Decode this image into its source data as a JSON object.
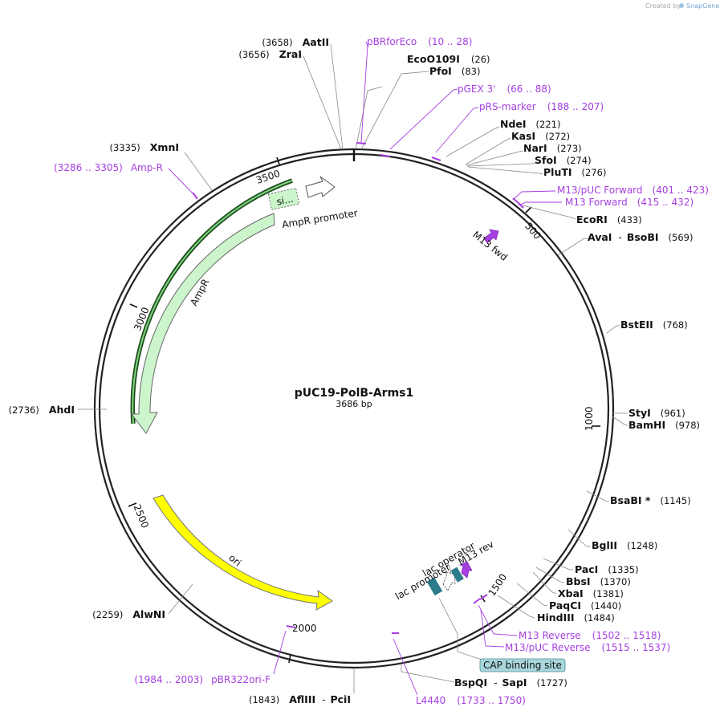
{
  "credit": {
    "prefix": "Created by",
    "brand": "SnapGene"
  },
  "plasmid": {
    "name": "pUC19-PolB-Arms1",
    "size_label": "3686 bp"
  },
  "ticks": [
    "500",
    "1000",
    "1500",
    "2000",
    "2500",
    "3000",
    "3500"
  ],
  "sites_right": [
    {
      "name": "EcoO109I",
      "pos": "(26)"
    },
    {
      "name": "PfoI",
      "pos": "(83)"
    },
    {
      "name": "NdeI",
      "pos": "(221)"
    },
    {
      "name": "KasI",
      "pos": "(272)"
    },
    {
      "name": "NarI",
      "pos": "(273)"
    },
    {
      "name": "SfoI",
      "pos": "(274)"
    },
    {
      "name": "PluTI",
      "pos": "(276)"
    },
    {
      "name": "EcoRI",
      "pos": "(433)"
    },
    {
      "name": "AvaI",
      "name2": "BsoBI",
      "pos": "(569)"
    },
    {
      "name": "BstEII",
      "pos": "(768)"
    },
    {
      "name": "StyI",
      "pos": "(961)"
    },
    {
      "name": "BamHI",
      "pos": "(978)"
    },
    {
      "name": "BsaBI *",
      "pos": "(1145)"
    },
    {
      "name": "BglII",
      "pos": "(1248)"
    },
    {
      "name": "PacI",
      "pos": "(1335)"
    },
    {
      "name": "BbsI",
      "pos": "(1370)"
    },
    {
      "name": "XbaI",
      "pos": "(1381)"
    },
    {
      "name": "PaqCI",
      "pos": "(1440)"
    },
    {
      "name": "HindIII",
      "pos": "(1484)"
    },
    {
      "name": "BspQI",
      "name2": "SapI",
      "pos": "(1727)"
    }
  ],
  "sites_left": [
    {
      "name": "AatII",
      "pos": "(3658)"
    },
    {
      "name": "ZraI",
      "pos": "(3656)"
    },
    {
      "name": "XmnI",
      "pos": "(3335)"
    },
    {
      "name": "AhdI",
      "pos": "(2736)"
    },
    {
      "name": "AlwNI",
      "pos": "(2259)"
    },
    {
      "name": "AflIII",
      "name2": "PciI",
      "pos": "(1843)"
    }
  ],
  "primers": [
    {
      "name": "pBRforEco",
      "range": "(10 .. 28)"
    },
    {
      "name": "pGEX 3'",
      "range": "(66 .. 88)"
    },
    {
      "name": "pRS-marker",
      "range": "(188 .. 207)"
    },
    {
      "name": "M13/pUC Forward",
      "range": "(401 .. 423)"
    },
    {
      "name": "M13 Forward",
      "range": "(415 .. 432)"
    },
    {
      "name": "Amp-R",
      "range": "(3286 .. 3305)"
    },
    {
      "name": "M13 Reverse",
      "range": "(1502 .. 1518)"
    },
    {
      "name": "M13/pUC Reverse",
      "range": "(1515 .. 1537)"
    },
    {
      "name": "pBR322ori-F",
      "range": "(1984 .. 2003)"
    },
    {
      "name": "L4440",
      "range": "(1733 .. 1750)"
    }
  ],
  "features": {
    "ampr": "AmpR",
    "ampr_promoter": "AmpR promoter",
    "signal": "si...",
    "ori": "ori",
    "m13fwd": "M13 fwd",
    "lac_operator": "lac operator",
    "lac_promoter": "lac promoter",
    "m13rev": "M13 rev",
    "cap": "CAP binding site"
  },
  "colors": {
    "backbone": "#222222",
    "ampr_fill": "#ccf5cc",
    "ori_fill": "#ffff00",
    "primer": "#a53fe0",
    "lac_teal": "#2b7b8c",
    "cap_fill": "#a9d6dd",
    "m13_arrow": "#a53fe0"
  }
}
